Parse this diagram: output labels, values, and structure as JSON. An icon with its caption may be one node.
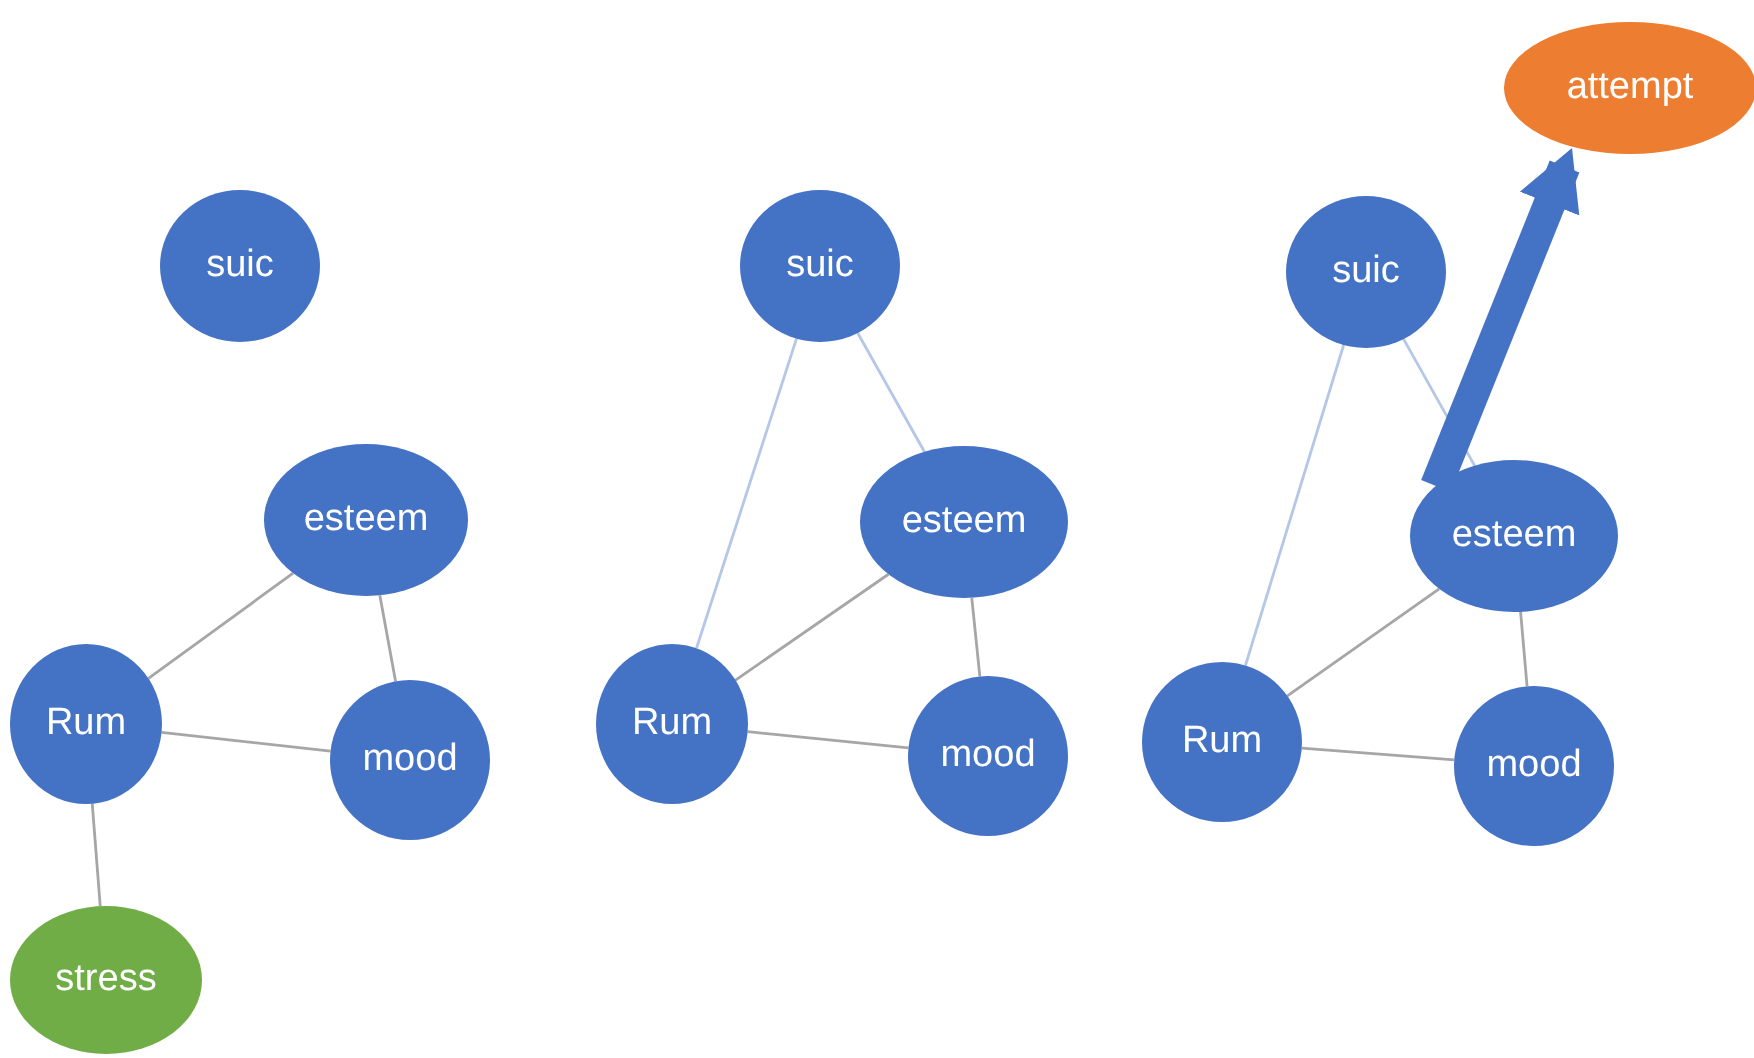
{
  "diagram": {
    "nodes": [
      {
        "text": [
          "suic"
        ]
      },
      {
        "text": [
          "esteem"
        ]
      },
      {
        "text": [
          "Rum"
        ]
      },
      {
        "text": [
          "mood"
        ]
      },
      {
        "text": [
          "stress"
        ]
      },
      {
        "text": [
          "suic"
        ]
      },
      {
        "text": [
          "esteem"
        ]
      },
      {
        "text": [
          "Rum"
        ]
      },
      {
        "text": [
          "mood"
        ]
      },
      {
        "text": [
          "attempt"
        ]
      },
      {
        "text": [
          "suic"
        ]
      },
      {
        "text": [
          "esteem"
        ]
      },
      {
        "text": [
          "Rum"
        ]
      },
      {
        "text": [
          "mood"
        ]
      }
    ],
    "edges": [
      {
        "from": 2,
        "to": 1,
        "arrow": "none"
      },
      {
        "from": 1,
        "to": 3,
        "arrow": "none"
      },
      {
        "from": 2,
        "to": 3,
        "arrow": "none"
      },
      {
        "from": 2,
        "to": 4,
        "arrow": "none"
      },
      {
        "from": 5,
        "to": 7,
        "arrow": "none",
        "color": "#b4c7e7"
      },
      {
        "from": 5,
        "to": 6,
        "arrow": "none",
        "color": "#b4c7e7"
      },
      {
        "from": 7,
        "to": 6,
        "arrow": "none"
      },
      {
        "from": 6,
        "to": 8,
        "arrow": "none"
      },
      {
        "from": 7,
        "to": 8,
        "arrow": "none"
      },
      {
        "from": 10,
        "to": 12,
        "arrow": "none",
        "color": "#b4c7e7"
      },
      {
        "from": 10,
        "to": 11,
        "arrow": "none",
        "color": "#b4c7e7"
      },
      {
        "from": 12,
        "to": 11,
        "arrow": "none"
      },
      {
        "from": 11,
        "to": 13,
        "arrow": "none"
      },
      {
        "from": 12,
        "to": 13,
        "arrow": "none"
      },
      {
        "from": 11,
        "to": 9,
        "arrow": "to",
        "style": "thick",
        "color": "#4472c4"
      }
    ]
  }
}
